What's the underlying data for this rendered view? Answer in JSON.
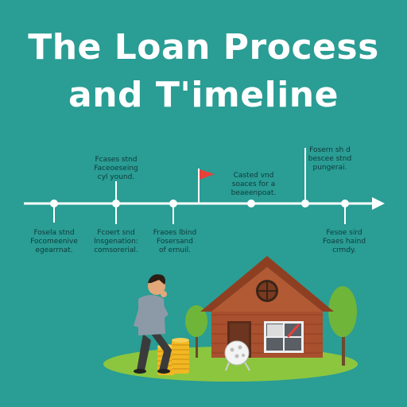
{
  "title": {
    "line1": "The Loan Process",
    "line2": "and T'imeline"
  },
  "labels_above": [
    {
      "lines": [
        "Fcases stnd",
        "Faceoeseing",
        "cyl yound."
      ]
    },
    {
      "lines": [
        "Casted vnd",
        "soaces for a",
        "beaeenpoat."
      ]
    },
    {
      "lines": [
        "Fosern sh d",
        "bescee stnd",
        "pungerai."
      ]
    }
  ],
  "labels_below": [
    {
      "lines": [
        "Fosela stnd",
        "Focomeenive",
        "egearrnat."
      ]
    },
    {
      "lines": [
        "Fcoert snd",
        "lnsgenation:",
        "comsorerial."
      ]
    },
    {
      "lines": [
        "Fraoes lbind",
        "Fosersand",
        "of ernuil."
      ]
    },
    {
      "lines": [
        "Fesoe sird",
        "Foaes haind",
        "crmdy."
      ]
    }
  ],
  "colors": {
    "background": "#2a9d94",
    "timeline": "#ffffff",
    "flag": "#e8413a",
    "house_wall": "#a9502e",
    "roof": "#8e3f22",
    "grass": "#8cc63f",
    "coins": "#f2b824"
  },
  "icons": [
    "flag-icon",
    "house-icon",
    "person-icon",
    "coin-stack-icon",
    "tree-icon",
    "ball-icon"
  ]
}
